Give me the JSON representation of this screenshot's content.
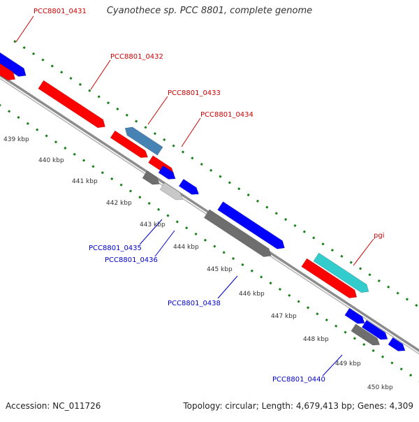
{
  "title": "Cyanothece sp. PCC 8801, complete genome",
  "footer": {
    "accession": "Accession: NC_011726",
    "topology": "Topology: circular; Length: 4,679,413 bp; Genes: 4,309"
  },
  "colors": {
    "backbone": "#8c8c8c",
    "tick_green": "#1a7f1a",
    "forward_red": "#ff0000",
    "forward_cyan": "#33cccc",
    "reverse_blue": "#0000ff",
    "reverse_steel": "#4682b4",
    "gray_dark": "#6e6e6e",
    "gray_light": "#c8c8c8",
    "label_red": "#cc0000",
    "label_blue": "#0000cc"
  },
  "scale_labels": [
    "439 kbp",
    "440 kbp",
    "441 kbp",
    "442 kbp",
    "443 kbp",
    "444 kbp",
    "445 kbp",
    "446 kbp",
    "447 kbp",
    "448 kbp",
    "449 kbp",
    "450 kbp"
  ],
  "gene_labels": [
    {
      "text": "PCC8801_0431",
      "color": "label_red"
    },
    {
      "text": "PCC8801_0432",
      "color": "label_red"
    },
    {
      "text": "PCC8801_0433",
      "color": "label_red"
    },
    {
      "text": "PCC8801_0434",
      "color": "label_red"
    },
    {
      "text": "pgi",
      "color": "label_red"
    },
    {
      "text": "PCC8801_0435",
      "color": "label_blue"
    },
    {
      "text": "PCC8801_0436",
      "color": "label_blue"
    },
    {
      "text": "PCC8801_0438",
      "color": "label_blue"
    },
    {
      "text": "PCC8801_0440",
      "color": "label_blue"
    }
  ]
}
